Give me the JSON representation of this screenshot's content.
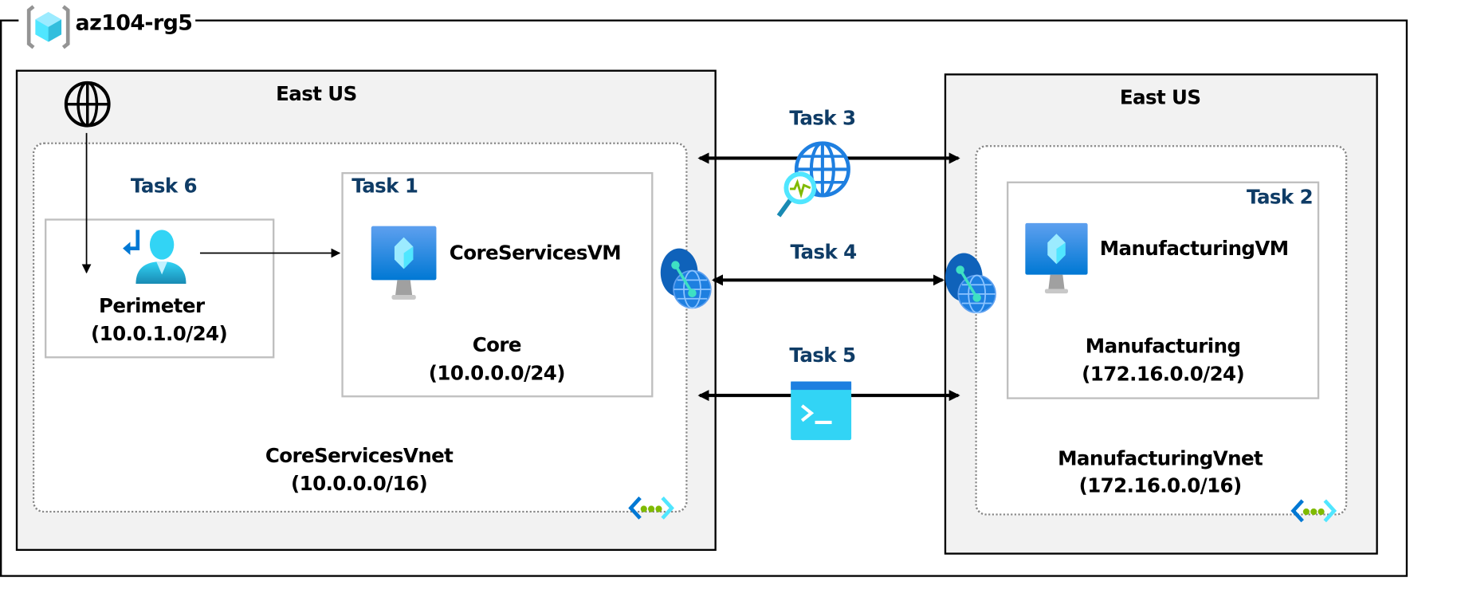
{
  "resource_group": {
    "name": "az104-rg5",
    "icon": "resource-group-icon"
  },
  "left_region": {
    "label": "East US",
    "internet_icon": "globe-icon",
    "vnet": {
      "name": "CoreServicesVnet",
      "cidr": "(10.0.0.0/16)",
      "icon": "virtual-network-icon",
      "peering_icon": "vnet-peering-icon",
      "subnets": [
        {
          "task": "Task 6",
          "name": "Perimeter",
          "cidr": "(10.0.1.0/24)",
          "icon": "user-icon"
        },
        {
          "task": "Task 1",
          "name": "Core",
          "cidr": "(10.0.0.0/24)",
          "vm": "CoreServicesVM",
          "icon": "virtual-machine-icon"
        }
      ]
    }
  },
  "right_region": {
    "label": "East US",
    "vnet": {
      "name": "ManufacturingVnet",
      "cidr": "(172.16.0.0/16)",
      "icon": "virtual-network-icon",
      "peering_icon": "vnet-peering-icon",
      "subnets": [
        {
          "task": "Task 2",
          "name": "Manufacturing",
          "cidr": "(172.16.0.0/24)",
          "vm": "ManufacturingVM",
          "icon": "virtual-machine-icon"
        }
      ]
    }
  },
  "connections": [
    {
      "task": "Task 3",
      "icon": "network-watcher-icon"
    },
    {
      "task": "Task 4",
      "icon": "vnet-peering-icon"
    },
    {
      "task": "Task 5",
      "icon": "cloud-shell-icon"
    }
  ],
  "colors": {
    "task": "#0f3c66",
    "region_fill": "#f2f2f2",
    "azure_blue": "#0078d4"
  }
}
